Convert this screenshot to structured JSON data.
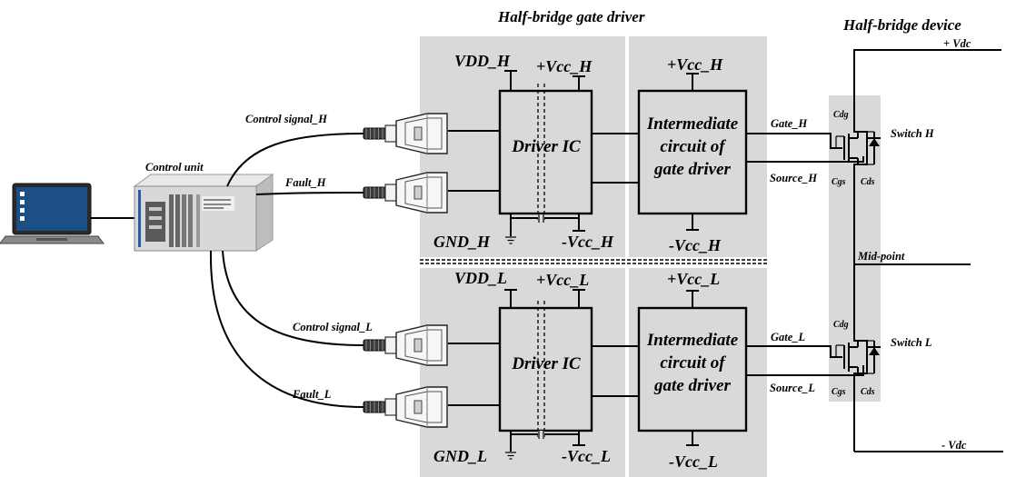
{
  "titles": {
    "gate_driver": "Half-bridge gate driver",
    "device": "Half-bridge device"
  },
  "control_unit": {
    "label": "Control unit"
  },
  "signals": {
    "control_h": "Control signal_H",
    "fault_h": "Fault_H",
    "control_l": "Control signal_L",
    "fault_l": "Fault_L"
  },
  "high_side": {
    "vdd": "VDD_H",
    "vcc_pos_ic": "+Vcc_H",
    "vcc_pos_int": "+Vcc_H",
    "gnd": "GND_H",
    "vcc_neg_ic": "-Vcc_H",
    "vcc_neg_int": "-Vcc_H",
    "driver_ic": "Driver IC",
    "intermediate": [
      "Intermediate",
      "circuit of",
      "gate driver"
    ],
    "gate": "Gate_H",
    "source": "Source_H"
  },
  "low_side": {
    "vdd": "VDD_L",
    "vcc_pos_ic": "+Vcc_L",
    "vcc_pos_int": "+Vcc_L",
    "gnd": "GND_L",
    "vcc_neg_ic": "-Vcc_L",
    "vcc_neg_int": "-Vcc_L",
    "driver_ic": "Driver IC",
    "intermediate": [
      "Intermediate",
      "circuit of",
      "gate driver"
    ],
    "gate": "Gate_L",
    "source": "Source_L"
  },
  "device": {
    "vdc_pos": "+ Vdc",
    "vdc_neg": "- Vdc",
    "midpoint": "Mid-point",
    "switch_h": "Switch H",
    "switch_l": "Switch L",
    "cdg": "Cdg",
    "cgs": "Cgs",
    "cds": "Cds"
  },
  "colors": {
    "panel": "#d9d9d9",
    "line": "#000000"
  }
}
